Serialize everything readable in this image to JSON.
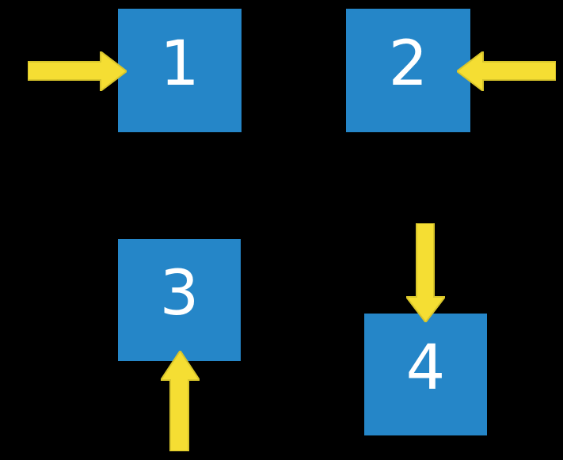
{
  "diagram": {
    "colors": {
      "background": "#000000",
      "box": "#2586C8",
      "arrow": "#F5DE33",
      "arrow-edge": "#D9C62B",
      "label": "#FFFFFF"
    },
    "boxes": [
      {
        "label": "1",
        "arrow": "arrow-pointing-right-into-left-side"
      },
      {
        "label": "2",
        "arrow": "arrow-pointing-left-into-right-side"
      },
      {
        "label": "3",
        "arrow": "arrow-pointing-up-into-bottom-side"
      },
      {
        "label": "4",
        "arrow": "arrow-pointing-down-into-top-side"
      }
    ]
  }
}
